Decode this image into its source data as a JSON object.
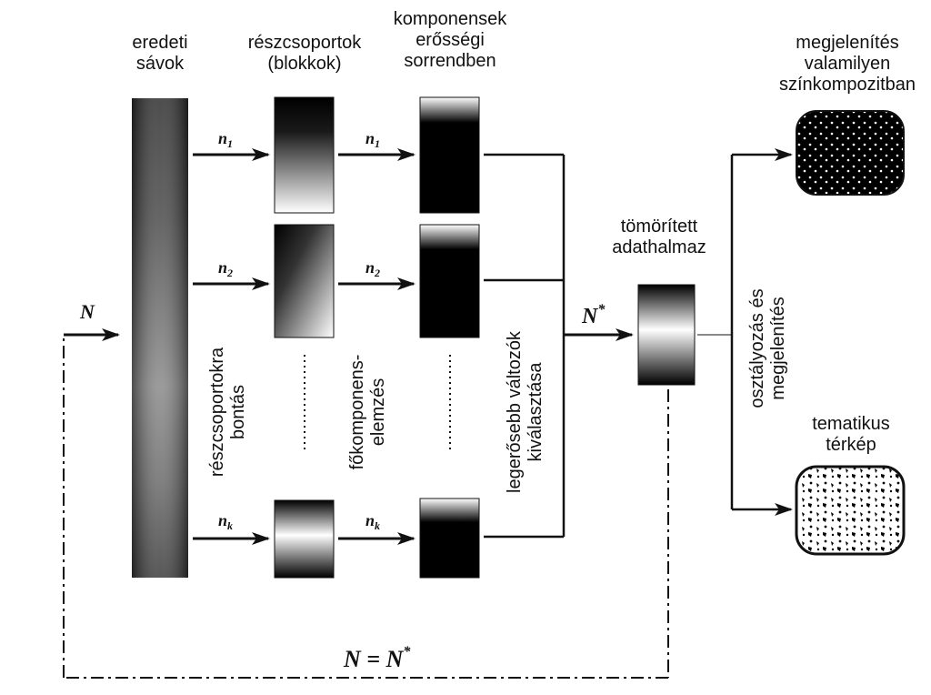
{
  "labels": {
    "original_bands": [
      "eredeti",
      "sávok"
    ],
    "subgroups": [
      "részcsoportok",
      "(blokkok)"
    ],
    "components_ordered": [
      "komponensek",
      "erősségi",
      "sorrendben"
    ],
    "compressed_dataset": [
      "tömörített",
      "adathalmaz"
    ],
    "display_composite": [
      "megjelenítés",
      "valamilyen",
      "színkompozitban"
    ],
    "thematic_map": [
      "tematikus",
      "térkép"
    ]
  },
  "vertical_labels": {
    "split_subgroups": [
      "részcsoportokra",
      "bontás"
    ],
    "pca": [
      "főkomponens-",
      "elemzés"
    ],
    "select_strongest": [
      "legerősebb változók",
      "kiválasztása"
    ],
    "classify_display": [
      "osztályozás és",
      "megjelenítés"
    ]
  },
  "math": {
    "input": "N",
    "compressed": "N",
    "star": "*",
    "n1": "n",
    "n1_sub": "1",
    "n2": "n",
    "n2_sub": "2",
    "nk": "n",
    "nk_sub": "k",
    "loop": "N = N",
    "loop_star": "*"
  }
}
